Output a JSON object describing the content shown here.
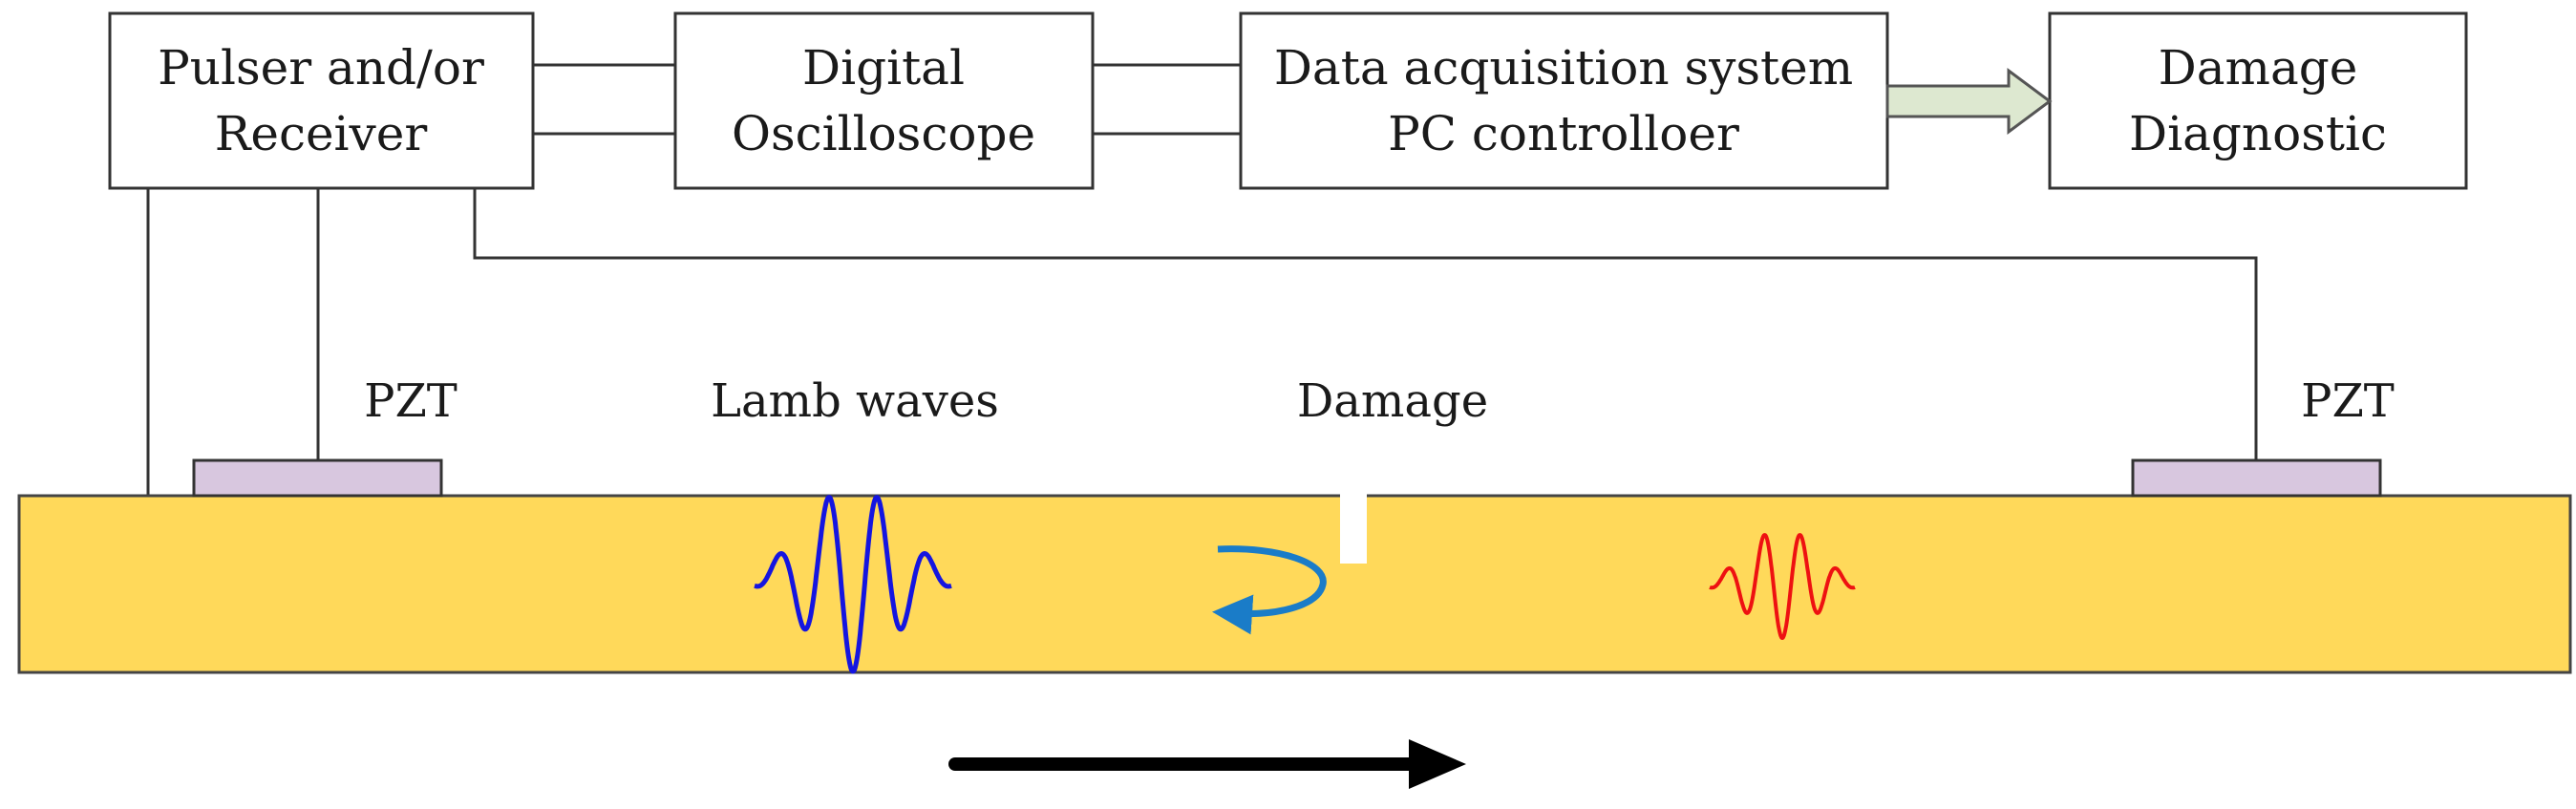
{
  "boxes": {
    "pulser": {
      "line1": "Pulser and/or",
      "line2": "Receiver"
    },
    "oscilloscope": {
      "line1": "Digital",
      "line2": "Oscilloscope"
    },
    "daq": {
      "line1": "Data acquisition system",
      "line2": "PC controlloer"
    },
    "damage_diag": {
      "line1": "Damage",
      "line2": "Diagnostic"
    }
  },
  "labels": {
    "pzt_left": "PZT",
    "lamb_waves": "Lamb waves",
    "damage": "Damage",
    "pzt_right": "PZT"
  },
  "colors": {
    "plate": "#FFD95A",
    "plate_edge": "#444444",
    "pzt": "#D8C7DF",
    "box_stroke": "#333333",
    "incident_wave": "#1515E0",
    "reflected_arrow": "#1A7CC8",
    "transmitted_wave": "#EE1111",
    "block_arrow_fill": "#DDE8D0",
    "block_arrow_stroke": "#555555",
    "direction_arrow": "#000000"
  }
}
